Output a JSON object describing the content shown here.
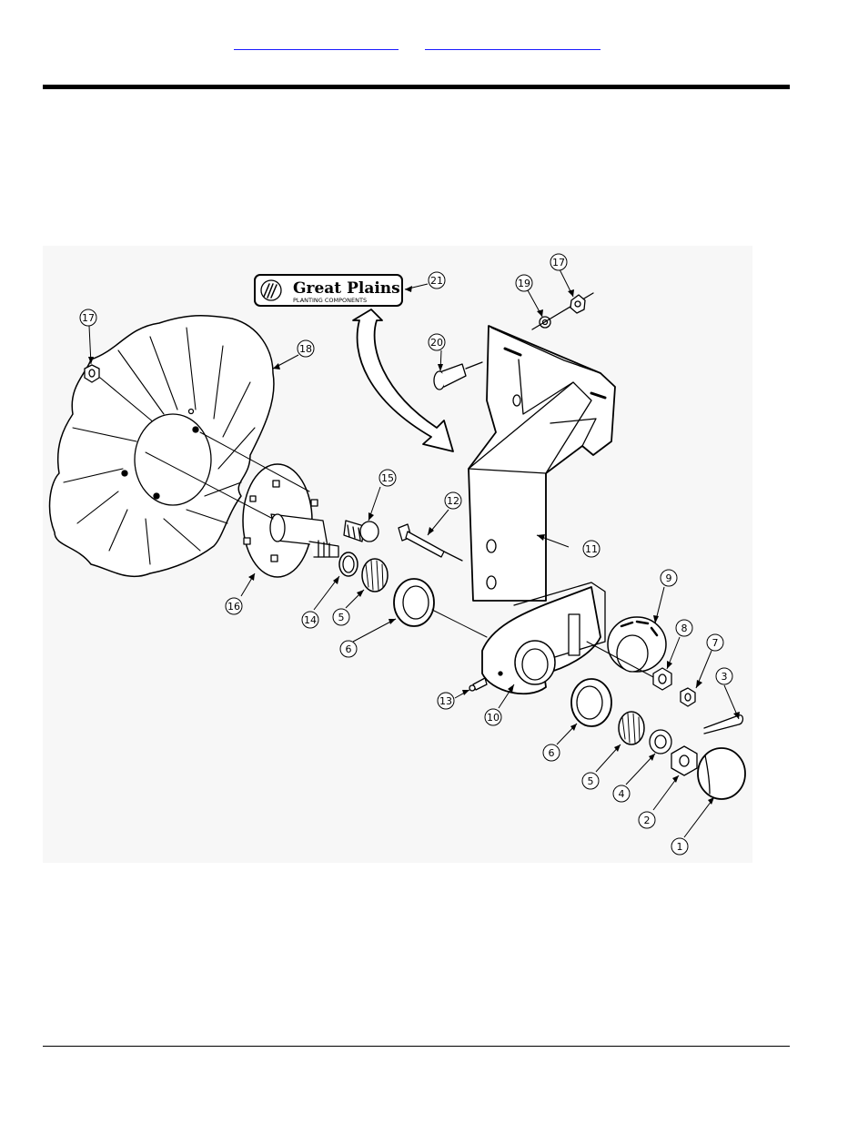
{
  "header": {
    "link_left": "",
    "link_right": ""
  },
  "logo": {
    "brand": "Great Plains",
    "sub": "PLANTING COMPONENTS"
  },
  "callouts": [
    {
      "id": "c1",
      "label": "1"
    },
    {
      "id": "c2",
      "label": "2"
    },
    {
      "id": "c3",
      "label": "3"
    },
    {
      "id": "c4",
      "label": "4"
    },
    {
      "id": "c5a",
      "label": "5"
    },
    {
      "id": "c5b",
      "label": "5"
    },
    {
      "id": "c6a",
      "label": "6"
    },
    {
      "id": "c6b",
      "label": "6"
    },
    {
      "id": "c7",
      "label": "7"
    },
    {
      "id": "c8",
      "label": "8"
    },
    {
      "id": "c9",
      "label": "9"
    },
    {
      "id": "c10",
      "label": "10"
    },
    {
      "id": "c11",
      "label": "11"
    },
    {
      "id": "c12",
      "label": "12"
    },
    {
      "id": "c13",
      "label": "13"
    },
    {
      "id": "c14",
      "label": "14"
    },
    {
      "id": "c15",
      "label": "15"
    },
    {
      "id": "c16",
      "label": "16"
    },
    {
      "id": "c17a",
      "label": "17"
    },
    {
      "id": "c17b",
      "label": "17"
    },
    {
      "id": "c18",
      "label": "18"
    },
    {
      "id": "c19",
      "label": "19"
    },
    {
      "id": "c20",
      "label": "20"
    },
    {
      "id": "c21",
      "label": "21"
    }
  ]
}
